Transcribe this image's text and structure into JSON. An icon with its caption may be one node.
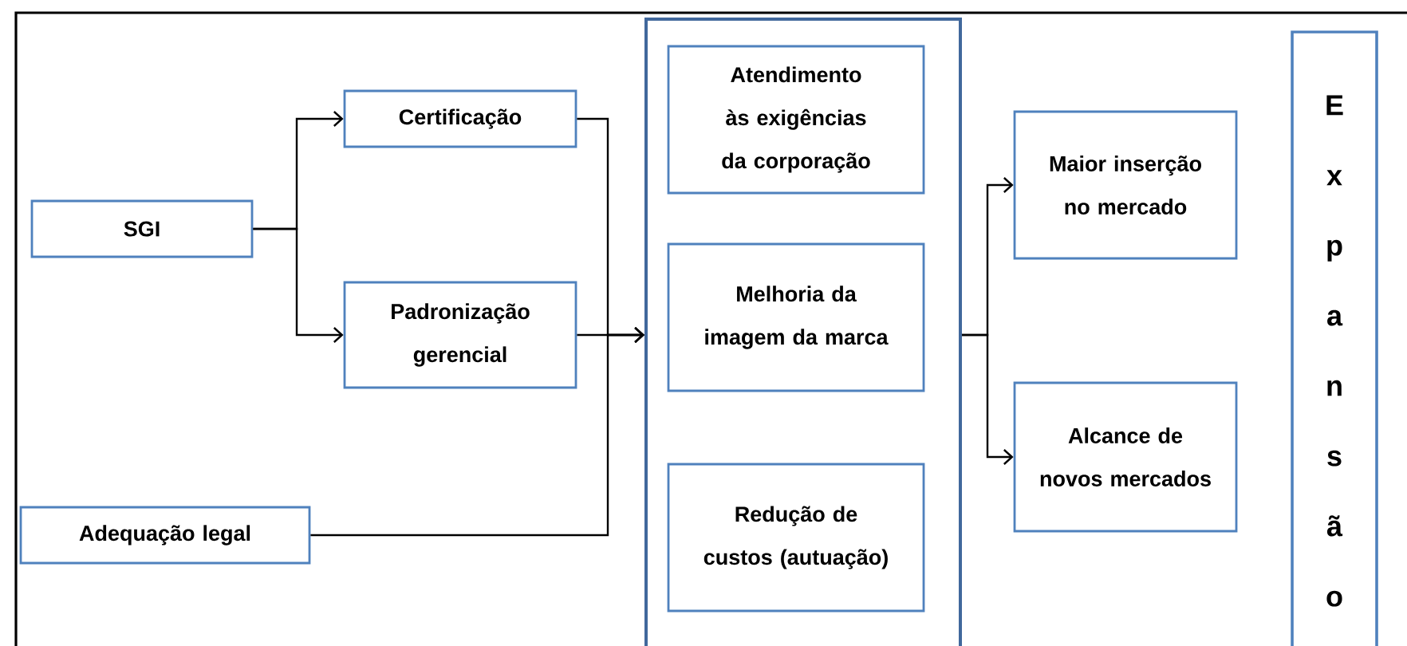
{
  "diagram": {
    "nodes": [
      {
        "text": [
          "SGI"
        ]
      },
      {
        "text": [
          "Certificação"
        ]
      },
      {
        "text": [
          "Padronização gerencial"
        ]
      },
      {
        "text": [
          "Adequação legal"
        ]
      },
      {
        "text": [],
        "shape": "box"
      },
      {
        "text": [
          "Atendimento às exigências da corporação"
        ],
        "in": 4
      },
      {
        "text": [
          "Melhoria da imagem da marca"
        ],
        "in": 4
      },
      {
        "text": [
          "Redução de custos (autuação)"
        ],
        "in": 4
      },
      {
        "text": [
          "Maior inserção no mercado"
        ]
      },
      {
        "text": [
          "Alcance de novos mercados"
        ]
      },
      {
        "text": [
          "Expansão"
        ]
      }
    ],
    "edges": [
      {
        "from": 0,
        "to": 1,
        "arrow": "to"
      },
      {
        "from": 0,
        "to": 2,
        "arrow": "to"
      },
      {
        "from": 1,
        "to": 4,
        "arrow": "to"
      },
      {
        "from": 2,
        "to": 4,
        "arrow": "to"
      },
      {
        "from": 3,
        "to": 4,
        "arrow": "to"
      },
      {
        "from": 4,
        "to": 8,
        "arrow": "to"
      },
      {
        "from": 4,
        "to": 9,
        "arrow": "to"
      }
    ]
  }
}
